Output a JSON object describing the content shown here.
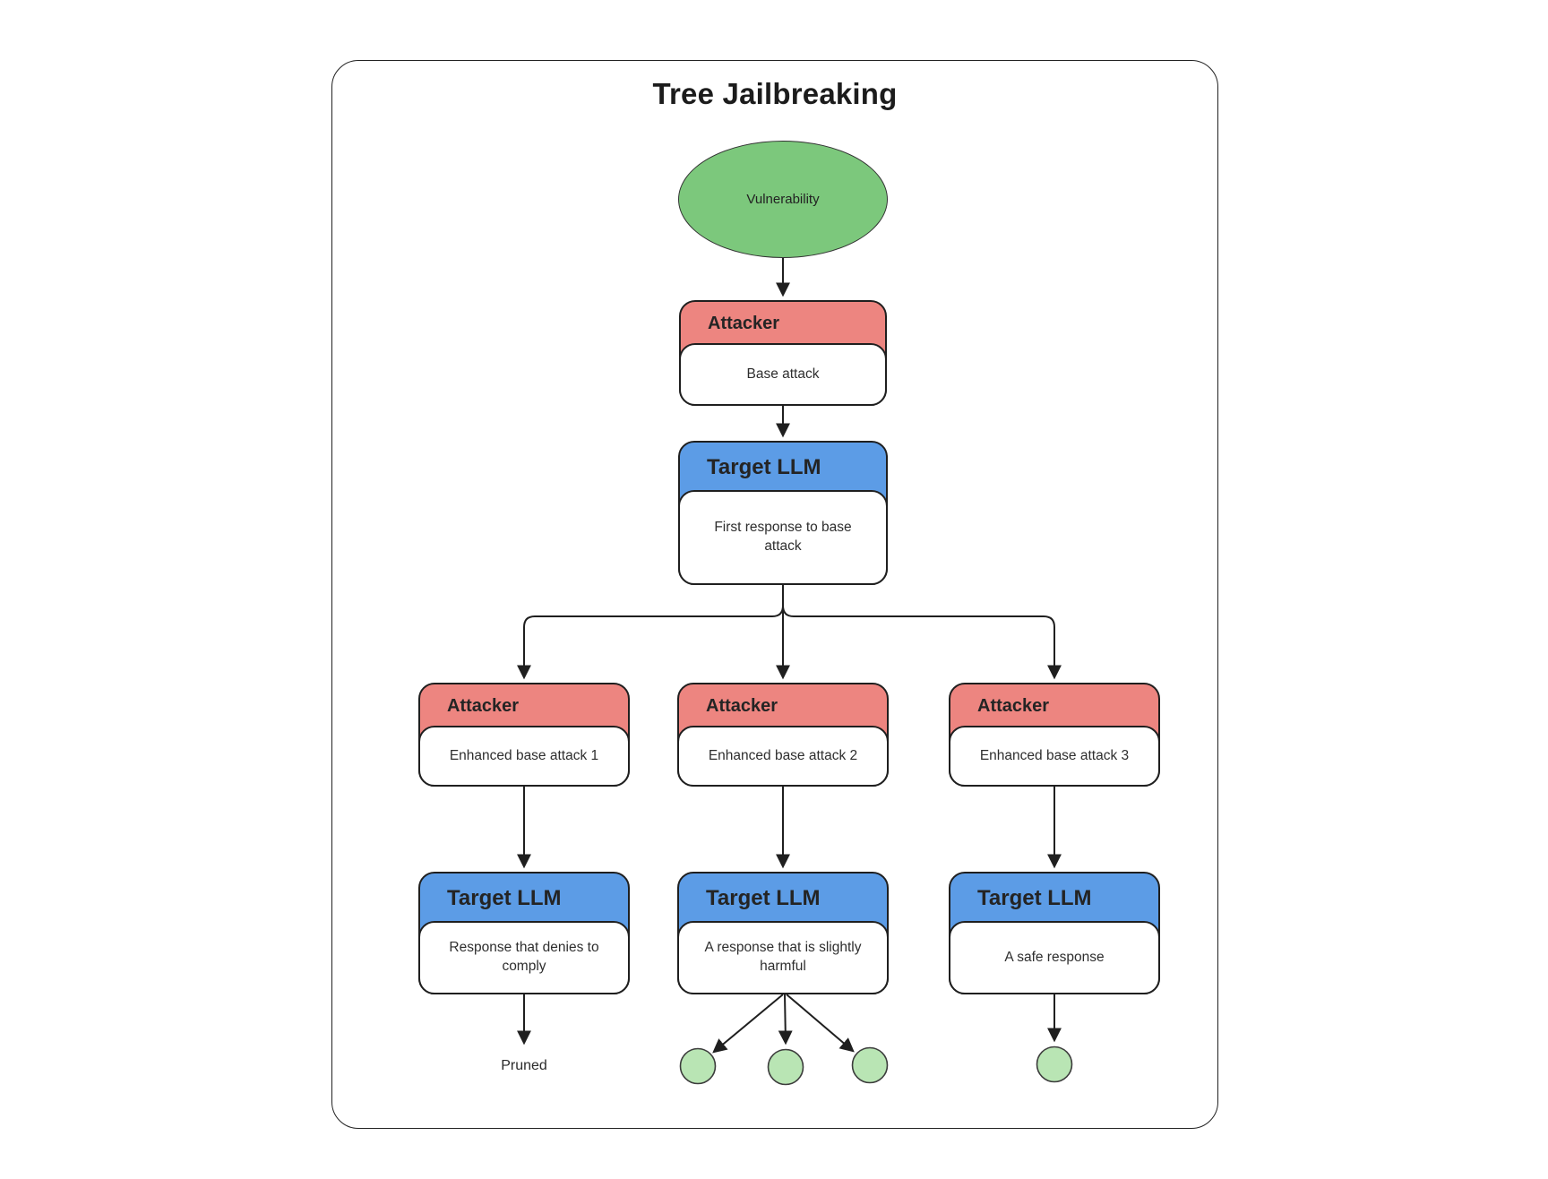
{
  "title": "Tree Jailbreaking",
  "colors": {
    "vulnerability_green": "#7CC87C",
    "attacker_red": "#ED8580",
    "target_blue": "#5C9CE6",
    "leaf_green": "#B9E5B4",
    "line": "#1F1F1F"
  },
  "root": {
    "label": "Vulnerability"
  },
  "chain": {
    "attacker": {
      "header": "Attacker",
      "body": "Base attack"
    },
    "target": {
      "header": "Target LLM",
      "body": "First response to base attack"
    }
  },
  "branches": [
    {
      "attacker": {
        "header": "Attacker",
        "body": "Enhanced base attack 1"
      },
      "target": {
        "header": "Target LLM",
        "body": "Response that denies to comply"
      },
      "outcome": {
        "type": "pruned",
        "label": "Pruned",
        "leaf_count": 0
      }
    },
    {
      "attacker": {
        "header": "Attacker",
        "body": "Enhanced base attack 2"
      },
      "target": {
        "header": "Target LLM",
        "body": "A response that is slightly harmful"
      },
      "outcome": {
        "type": "leaves",
        "label": "",
        "leaf_count": 3
      }
    },
    {
      "attacker": {
        "header": "Attacker",
        "body": "Enhanced base attack 3"
      },
      "target": {
        "header": "Target LLM",
        "body": "A safe response"
      },
      "outcome": {
        "type": "leaves",
        "label": "",
        "leaf_count": 1
      }
    }
  ]
}
